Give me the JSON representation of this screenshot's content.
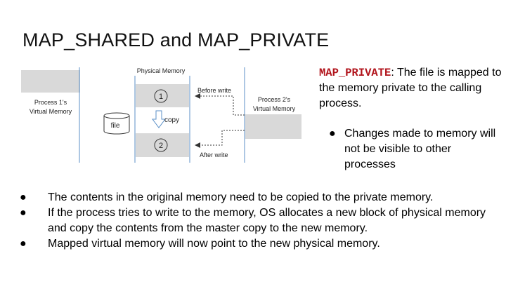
{
  "slide": {
    "title": "MAP_SHARED and MAP_PRIVATE"
  },
  "diagram": {
    "physical_memory_label": "Physical Memory",
    "process1_label_line1": "Process 1's",
    "process1_label_line2": "Virtual Memory",
    "process2_label_line1": "Process 2's",
    "process2_label_line2": "Virtual Memory",
    "file_label": "file",
    "copy_label": "copy",
    "before_write_label": "Before write",
    "after_write_label": "After write",
    "block1_number": "1",
    "block2_number": "2"
  },
  "private_note": {
    "code": "MAP_PRIVATE",
    "colon": ":",
    "text": " The file is mapped to the memory private to the calling process.",
    "bullet_symbol": "●",
    "sub_bullet": "Changes made to memory will not be visible to other processes"
  },
  "bullets": {
    "symbol": "●",
    "items": [
      "The contents in the original memory need to be copied to the private memory.",
      "If the process tries to write to the memory, OS allocates a new block of physical memory and copy the contents from the master copy to the new memory.",
      "Mapped virtual memory will now point to the new physical memory."
    ]
  },
  "colors": {
    "block_fill": "#d9d9d9",
    "code_red": "#b1131b",
    "divider_blue": "#5b8fc7"
  }
}
